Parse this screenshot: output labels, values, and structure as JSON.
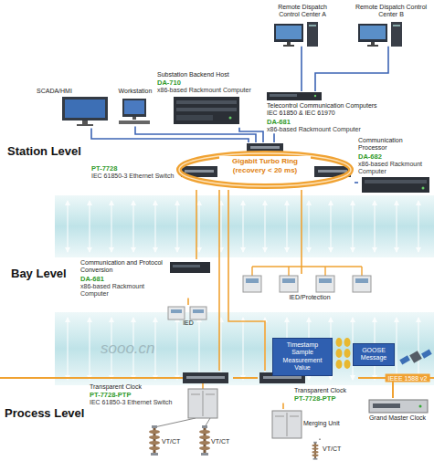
{
  "diagram": {
    "nodes": [
      {
        "text": [
          "Remote Dispatch Control Center A"
        ]
      },
      {
        "text": [
          "Remote Dispatch Control Center B"
        ]
      },
      {
        "text": [
          "SCADA/HMI"
        ]
      },
      {
        "text": [
          "Workstation"
        ]
      },
      {
        "text": [
          "Substation Backend Host",
          "DA-710",
          "x86-based Rackmount Computer"
        ]
      },
      {
        "text": [
          "Telecontrol Communication Computers",
          "IEC 61850 & IEC 61970",
          "DA-681",
          "x86-based Rackmount Computer"
        ]
      },
      {
        "text": [
          "PT-7728",
          "IEC 61850-3 Ethernet Switch"
        ]
      },
      {
        "text": [
          "Gigabit Turbo Ring (recovery < 20 ms)"
        ]
      },
      {
        "text": [
          "Communication Processor",
          "DA-682",
          "x86-based Rackmount Computer"
        ]
      },
      {
        "text": [
          "Communication and Protocol Conversion",
          "DA-681",
          "x86-based Rackmount Computer"
        ]
      },
      {
        "text": [
          "IED"
        ]
      },
      {
        "text": [
          "IED/Protection"
        ]
      },
      {
        "text": [
          "Timestamp Sample Measurement Value"
        ]
      },
      {
        "text": [
          "GOOSE Message"
        ]
      },
      {
        "text": [
          "Transparent Clock",
          "PT-7728-PTP",
          "IEC 61850-3 Ethernet Switch"
        ]
      },
      {
        "text": [
          "Transparent Clock",
          "PT-7728-PTP"
        ]
      },
      {
        "text": [
          "Grand Master Clock"
        ]
      },
      {
        "text": [
          "Merging Unit"
        ]
      },
      {
        "text": [
          "VT/CT"
        ]
      },
      {
        "text": [
          "VT/CT"
        ]
      },
      {
        "text": [
          "VT/CT"
        ]
      }
    ],
    "edges": [
      {
        "from": 0,
        "to": 5,
        "arrow": "none"
      },
      {
        "from": 1,
        "to": 5,
        "arrow": "none"
      },
      {
        "from": 2,
        "to": 7,
        "arrow": "none"
      },
      {
        "from": 3,
        "to": 7,
        "arrow": "none"
      },
      {
        "from": 4,
        "to": 7,
        "arrow": "none"
      },
      {
        "from": 5,
        "to": 7,
        "arrow": "none"
      },
      {
        "from": 8,
        "to": 7,
        "arrow": "none"
      },
      {
        "from": 7,
        "to": 9,
        "arrow": "none"
      },
      {
        "from": 7,
        "to": 11,
        "arrow": "none"
      },
      {
        "from": 7,
        "to": 14,
        "arrow": "none"
      },
      {
        "from": 7,
        "to": 15,
        "arrow": "none"
      },
      {
        "from": 9,
        "to": 10,
        "arrow": "none"
      },
      {
        "from": 14,
        "to": 15,
        "arrow": "none"
      },
      {
        "from": 15,
        "to": 17,
        "arrow": "none"
      },
      {
        "from": 17,
        "to": 20,
        "arrow": "none"
      },
      {
        "from": 16,
        "to": 15,
        "label": "IEEE 1588 v2",
        "arrow": "none"
      }
    ],
    "labels": [
      "Station Level",
      "Bay Level",
      "Process Level",
      "sooo.cn"
    ]
  }
}
